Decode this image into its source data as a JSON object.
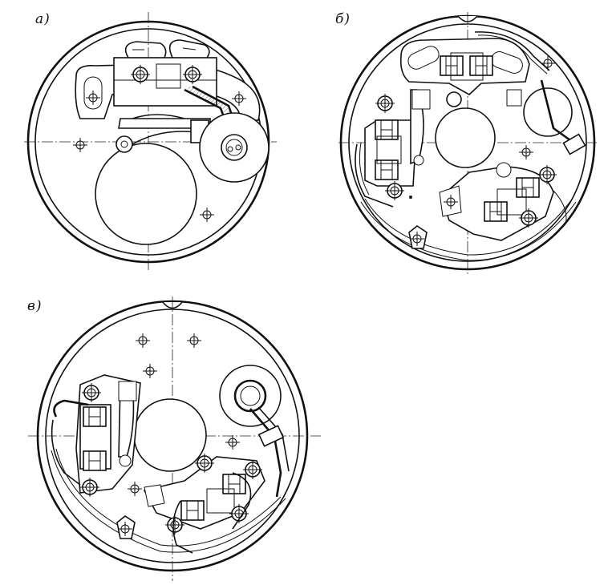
{
  "figure": {
    "labels": {
      "a": "а)",
      "b": "б)",
      "v": "в)"
    },
    "colors": {
      "ink": "#111111",
      "paper": "#ffffff"
    }
  }
}
